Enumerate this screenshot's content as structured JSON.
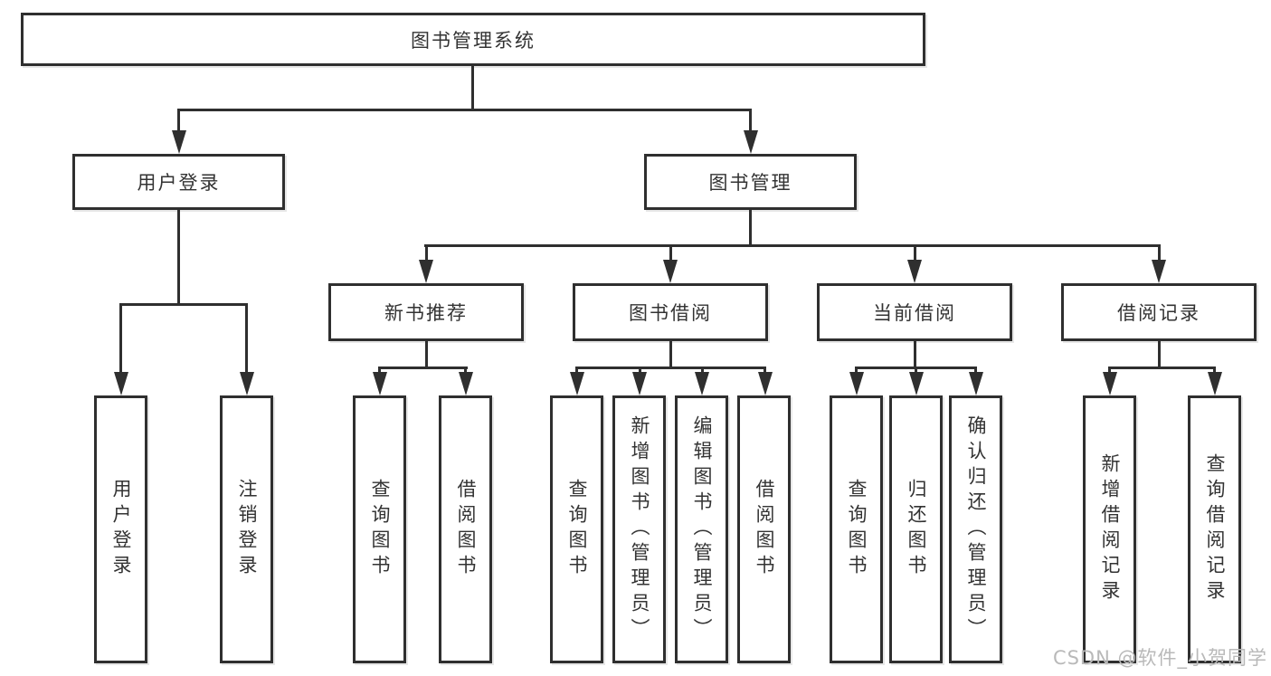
{
  "diagram": {
    "root": {
      "label": "图书管理系统"
    },
    "user_branch": {
      "label": "用户登录",
      "children": [
        {
          "label": "用户登录"
        },
        {
          "label": "注销登录"
        }
      ]
    },
    "book_branch": {
      "label": "图书管理",
      "groups": [
        {
          "label": "新书推荐",
          "children": [
            {
              "label": "查询图书"
            },
            {
              "label": "借阅图书"
            }
          ]
        },
        {
          "label": "图书借阅",
          "children": [
            {
              "label": "查询图书"
            },
            {
              "label": "新增图书（管理员）"
            },
            {
              "label": "编辑图书（管理员）"
            },
            {
              "label": "借阅图书"
            }
          ]
        },
        {
          "label": "当前借阅",
          "children": [
            {
              "label": "查询图书"
            },
            {
              "label": "归还图书"
            },
            {
              "label": "确认归还（管理员）"
            }
          ]
        },
        {
          "label": "借阅记录",
          "children": [
            {
              "label": "新增借阅记录"
            },
            {
              "label": "查询借阅记录"
            }
          ]
        }
      ]
    }
  },
  "watermark": {
    "text": "CSDN @软件_小贺同学"
  },
  "colors": {
    "line": "#2f2f2f",
    "text": "#333333",
    "background": "#ffffff",
    "watermark": "#b9b9b9"
  }
}
